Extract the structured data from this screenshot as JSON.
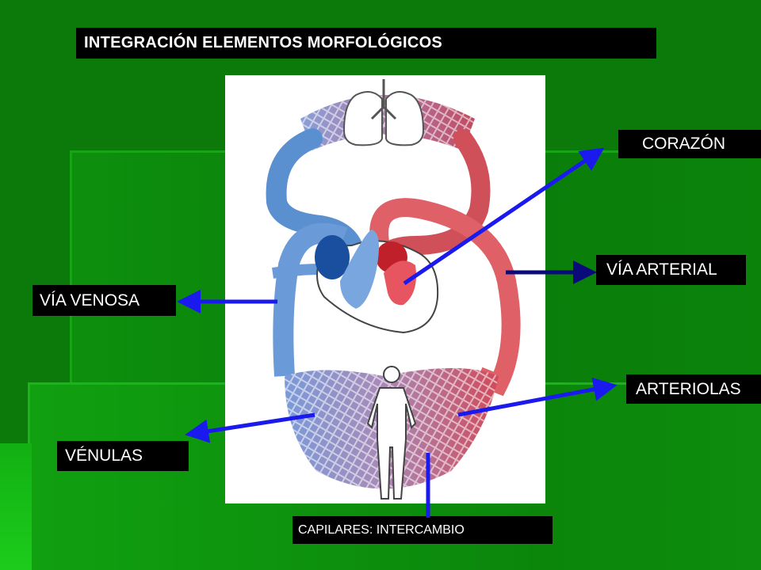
{
  "slide": {
    "title": "INTEGRACIÓN ELEMENTOS MORFOLÓGICOS"
  },
  "labels": {
    "corazon": "CORAZÓN",
    "via_arterial": "VÍA ARTERIAL",
    "via_venosa": "VÍA VENOSA",
    "arteriolas": "ARTERIOLAS",
    "venulas": "VÉNULAS",
    "capilares": "CAPILARES: INTERCAMBIO"
  },
  "colors": {
    "background": "#0b7a0b",
    "label_bg": "#000000",
    "label_text": "#ffffff",
    "arrow": "#1a1aee",
    "arrow_dark": "#0a0a7a",
    "venous": "#5a8fd0",
    "arterial": "#d0505a"
  }
}
